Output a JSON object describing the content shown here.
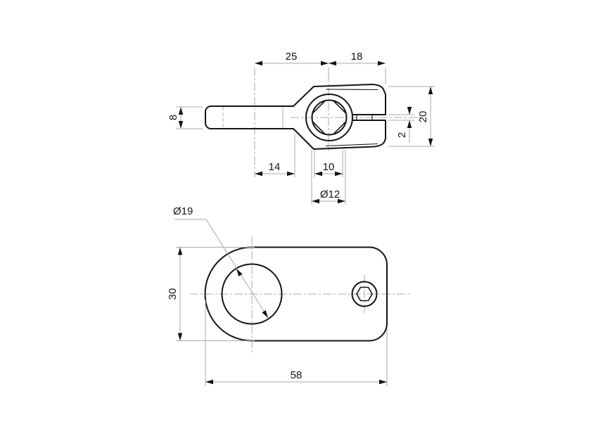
{
  "colors": {
    "background": "#ffffff",
    "outline": "#141414",
    "dimension_lines": "#a8a8a8",
    "text": "#141414"
  },
  "front_view": {
    "dims": {
      "center_span": "25",
      "right_span": "18",
      "handle_height": "8",
      "body_height": "20",
      "slit_width": "2",
      "handle_straight": "14",
      "across_flats": "10",
      "bore_diameter": "Ø12"
    }
  },
  "plan_view": {
    "dims": {
      "bore_diameter": "Ø19",
      "plate_width": "30",
      "plate_length": "58"
    }
  }
}
